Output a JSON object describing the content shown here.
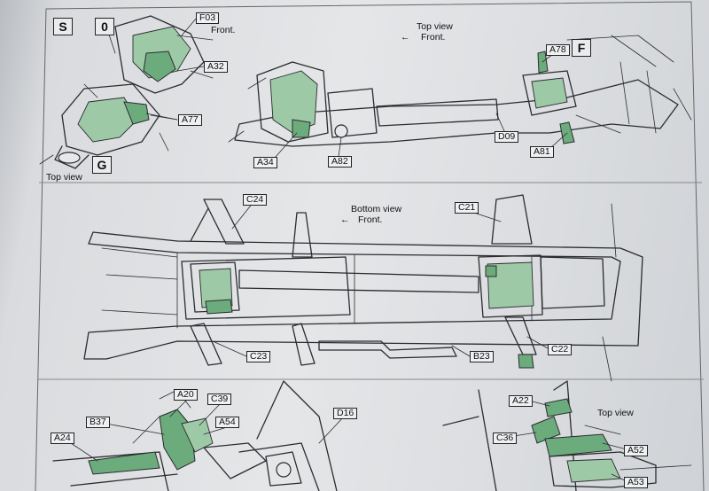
{
  "steps": {
    "s": "S",
    "zero": "0",
    "g": "G",
    "f": "F"
  },
  "text": {
    "top_view": "Top view",
    "front": "Front.",
    "bottom_view": "Bottom view",
    "arrow": "←"
  },
  "labels": {
    "f03": "F03",
    "a32": "A32",
    "a77": "A77",
    "a34": "A34",
    "a82": "A82",
    "a78": "A78",
    "d09": "D09",
    "a81": "A81",
    "c24": "C24",
    "c21": "C21",
    "c23": "C23",
    "b23": "B23",
    "c22": "C22",
    "a20": "A20",
    "c39": "C39",
    "a54": "A54",
    "b37": "B37",
    "a24": "A24",
    "d16": "D16",
    "a22": "A22",
    "c36": "C36",
    "a52": "A52",
    "a53": "A53"
  },
  "colors": {
    "part_highlight": "#6cab7c",
    "line": "#2a2c30",
    "paper": "#e4e6e8"
  }
}
